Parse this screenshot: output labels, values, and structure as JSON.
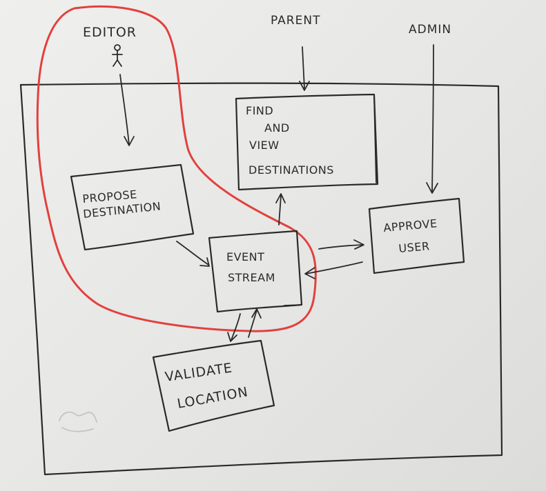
{
  "actors": {
    "editor": "EDITOR",
    "parent": "PARENT",
    "admin": "ADMIN"
  },
  "boxes": {
    "find_view": [
      "FIND",
      "AND",
      "VIEW",
      "DESTINATIONS"
    ],
    "propose": [
      "PROPOSE",
      "DESTINATION"
    ],
    "event_stream": [
      "EVENT",
      "STREAM"
    ],
    "approve": [
      "APPROVE",
      "USER"
    ],
    "validate": [
      "VALIDATE",
      "LOCATION"
    ]
  },
  "colors": {
    "ink": "#2a2a2a",
    "highlight": "#e2403d",
    "board": "#e9e9e7"
  }
}
